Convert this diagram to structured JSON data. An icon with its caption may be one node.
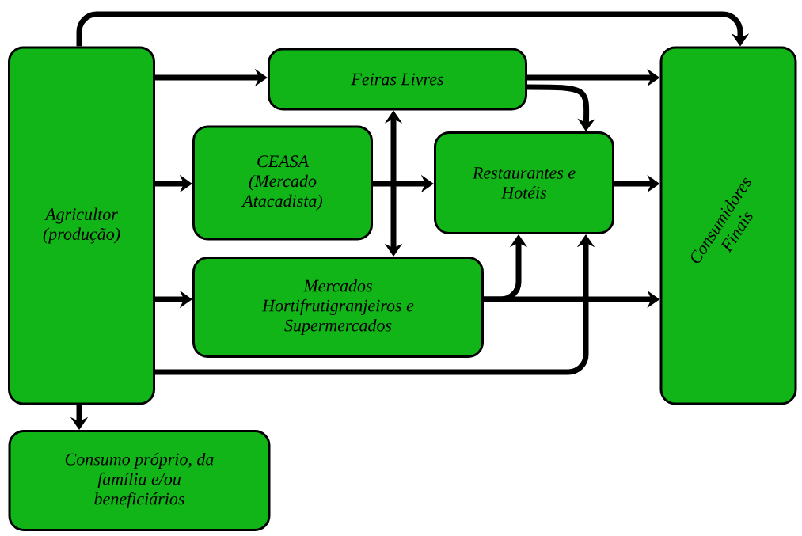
{
  "diagram": {
    "nodes": [
      {
        "text": [
          "Agricultor (produção)"
        ]
      },
      {
        "text": [
          "Feiras Livres"
        ]
      },
      {
        "text": [
          "CEASA (Mercado Atacadista)"
        ]
      },
      {
        "text": [
          "Restaurantes e Hotéis"
        ]
      },
      {
        "text": [
          "Mercados Hortifrutigranjeiros e Supermercados"
        ]
      },
      {
        "text": [
          "Consumidores Finais"
        ]
      },
      {
        "text": [
          "Consumo próprio, da família e/ou beneficiários"
        ]
      }
    ],
    "edges": [
      {
        "from": 0,
        "to": 5,
        "arrow": "to"
      },
      {
        "from": 0,
        "to": 1,
        "arrow": "to"
      },
      {
        "from": 1,
        "to": 5,
        "arrow": "to"
      },
      {
        "from": 1,
        "to": 3,
        "arrow": "to"
      },
      {
        "from": 0,
        "to": 2,
        "arrow": "to"
      },
      {
        "from": 2,
        "to": 3,
        "arrow": "to"
      },
      {
        "from": 1,
        "to": 4,
        "arrow": "both"
      },
      {
        "from": 3,
        "to": 5,
        "arrow": "to"
      },
      {
        "from": 0,
        "to": 4,
        "arrow": "to"
      },
      {
        "from": 4,
        "to": 3,
        "arrow": "to"
      },
      {
        "from": 4,
        "to": 5,
        "arrow": "to"
      },
      {
        "from": 0,
        "to": 3,
        "arrow": "to"
      },
      {
        "from": 0,
        "to": 6,
        "arrow": "to"
      }
    ]
  }
}
